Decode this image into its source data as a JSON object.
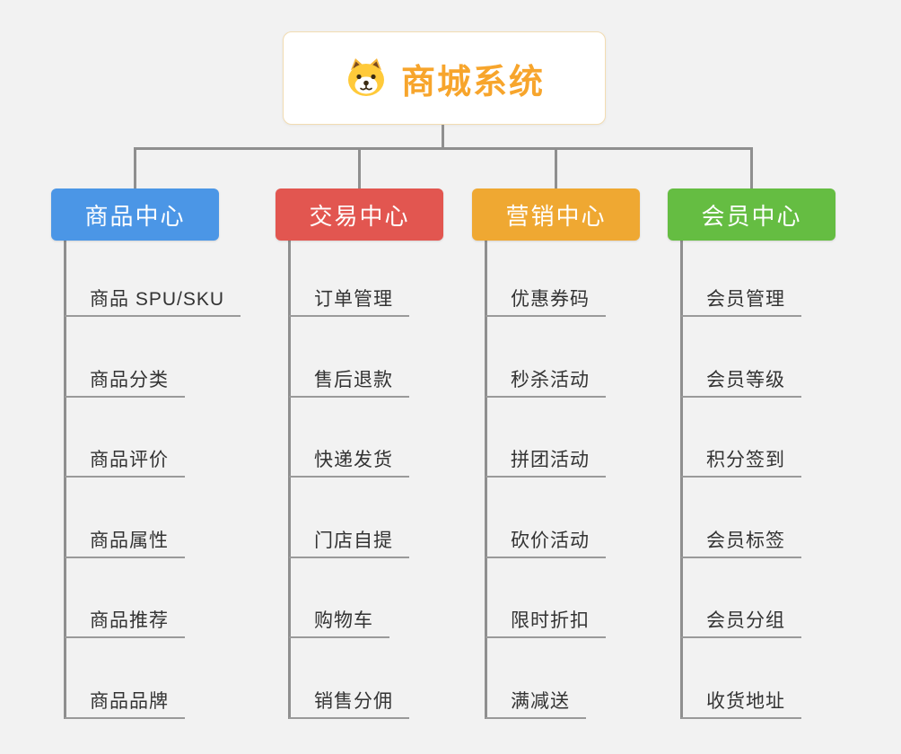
{
  "root": {
    "title": "商城系统",
    "icon": "dog-icon",
    "title_color": "#f7a52c"
  },
  "colors": {
    "connector": "#8f8f8f",
    "item_text": "#333333",
    "root_border": "#f2dcb2",
    "background": "#f2f2f2"
  },
  "branches": [
    {
      "label": "商品中心",
      "color": "#4b96e6",
      "items": [
        "商品 SPU/SKU",
        "商品分类",
        "商品评价",
        "商品属性",
        "商品推荐",
        "商品品牌"
      ]
    },
    {
      "label": "交易中心",
      "color": "#e25650",
      "items": [
        "订单管理",
        "售后退款",
        "快递发货",
        "门店自提",
        "购物车",
        "销售分佣"
      ]
    },
    {
      "label": "营销中心",
      "color": "#efa832",
      "items": [
        "优惠券码",
        "秒杀活动",
        "拼团活动",
        "砍价活动",
        "限时折扣",
        "满减送"
      ]
    },
    {
      "label": "会员中心",
      "color": "#65bd42",
      "items": [
        "会员管理",
        "会员等级",
        "积分签到",
        "会员标签",
        "会员分组",
        "收货地址"
      ]
    }
  ]
}
